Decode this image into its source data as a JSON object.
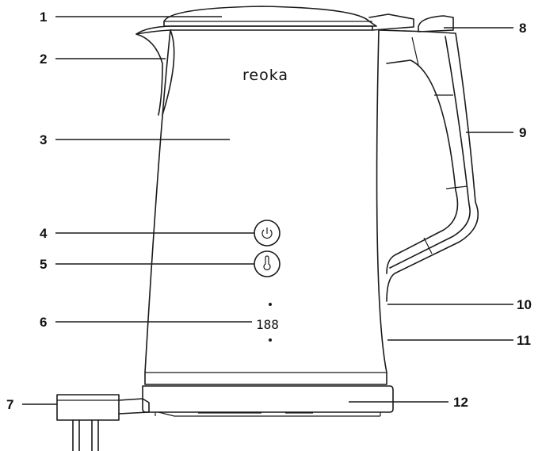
{
  "product": {
    "brand": "reoka",
    "display_digits": "188"
  },
  "callouts": [
    {
      "id": "1",
      "label": "1"
    },
    {
      "id": "2",
      "label": "2"
    },
    {
      "id": "3",
      "label": "3"
    },
    {
      "id": "4",
      "label": "4"
    },
    {
      "id": "5",
      "label": "5"
    },
    {
      "id": "6",
      "label": "6"
    },
    {
      "id": "7",
      "label": "7"
    },
    {
      "id": "8",
      "label": "8"
    },
    {
      "id": "9",
      "label": "9"
    },
    {
      "id": "10",
      "label": "10"
    },
    {
      "id": "11",
      "label": "11"
    },
    {
      "id": "12",
      "label": "12"
    }
  ],
  "icons": {
    "button_power": "power-icon",
    "button_temperature": "thermometer-icon"
  },
  "colors": {
    "outline": "#1a1a1a",
    "background": "#ffffff"
  }
}
